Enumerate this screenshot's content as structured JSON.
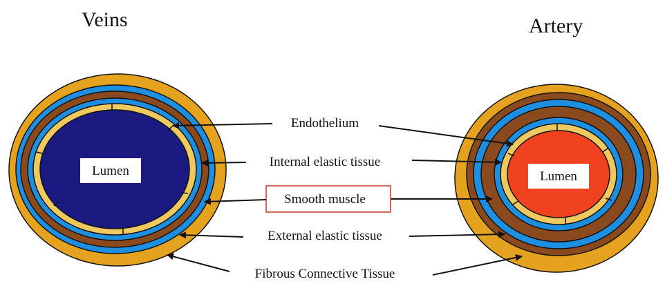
{
  "titles": {
    "veins": "Veins",
    "artery": "Artery"
  },
  "lumen": {
    "vein": "Lumen",
    "artery": "Lumen"
  },
  "labels": {
    "endothelium": "Endothelium",
    "internal_elastic": "Internal elastic tissue",
    "smooth_muscle": "Smooth muscle",
    "external_elastic": "External elastic tissue",
    "fibrous": "Fibrous Connective Tissue"
  },
  "colors": {
    "fibrous": "#e4a21e",
    "external_elastic": "#1e8fe0",
    "smooth_muscle": "#8b4a1e",
    "internal_elastic": "#1e8fe0",
    "endothelium": "#f0c860",
    "vein_lumen": "#1a1a80",
    "artery_lumen": "#f0421e",
    "outline": "#111111",
    "highlight_box": "#c0392b"
  }
}
